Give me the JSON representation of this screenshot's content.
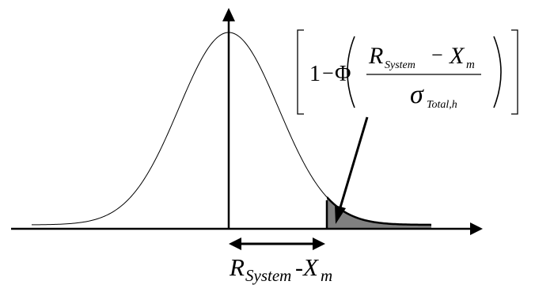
{
  "diagram": {
    "distribution": "normal",
    "formula": {
      "one": "1",
      "minus": "−",
      "phi": "Φ",
      "num_R": "R",
      "num_R_sub": "System",
      "num_minus": "−",
      "num_X": "X",
      "num_X_sub": "m",
      "den_sigma": "σ",
      "den_sub": "Total,h"
    },
    "width_label": {
      "R": "R",
      "R_sub": "System",
      "dash": "-",
      "X": "X",
      "X_sub": "m"
    },
    "colors": {
      "stroke": "#000000",
      "tail_fill": "#808080",
      "background": "#ffffff"
    }
  }
}
